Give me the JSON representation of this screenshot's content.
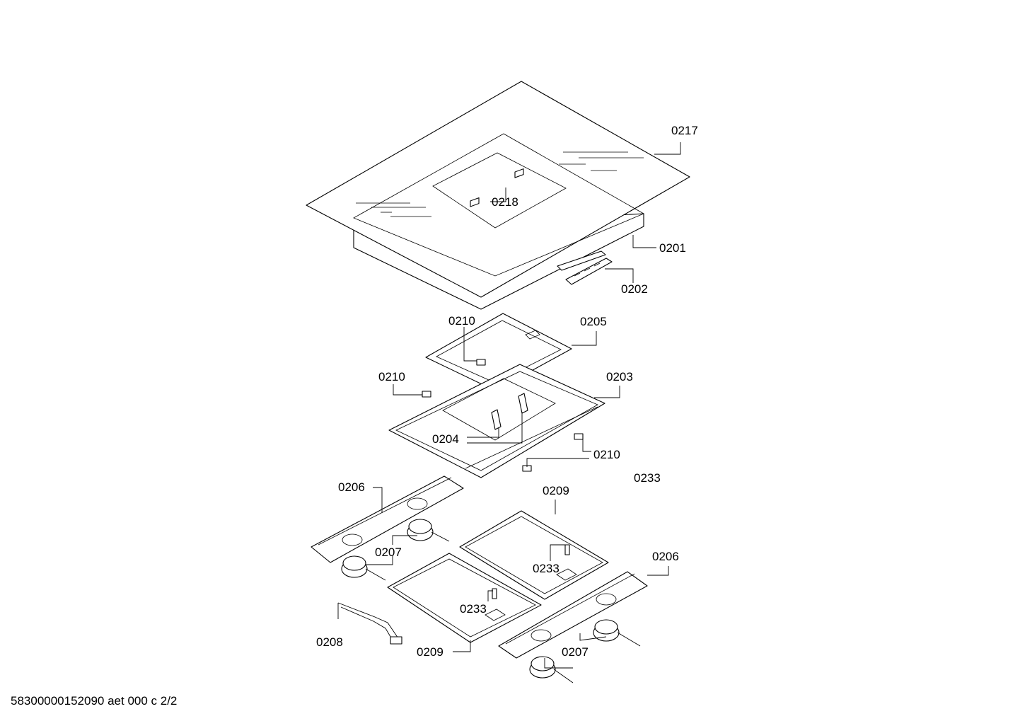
{
  "labels": {
    "p0217": "0217",
    "p0218": "0218",
    "p0201": "0201",
    "p0202": "0202",
    "p0210_a": "0210",
    "p0205": "0205",
    "p0210_b": "0210",
    "p0203": "0203",
    "p0204": "0204",
    "p0210_c": "0210",
    "p0233_a": "0233",
    "p0206_a": "0206",
    "p0209_a": "0209",
    "p0207_a": "0207",
    "p0233_b": "0233",
    "p0206_b": "0206",
    "p0233_c": "0233",
    "p0208": "0208",
    "p0209_b": "0209",
    "p0207_b": "0207"
  },
  "footer": "58300000152090 aet 000 c 2/2"
}
